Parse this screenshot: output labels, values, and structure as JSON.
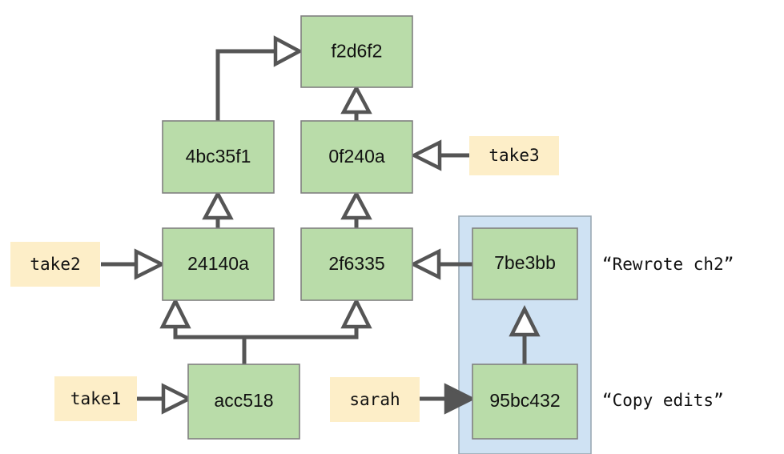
{
  "diagram": {
    "title": "git commit graph with refs",
    "colors": {
      "commit_fill": "#b9dca9",
      "commit_stroke": "#808080",
      "ref_fill": "#fdeec8",
      "group_fill": "#cfe2f3",
      "group_stroke": "#9aa8b4",
      "edge": "#555555",
      "text": "#111111",
      "background": "#ffffff"
    },
    "commits": [
      {
        "id": "f2d6f2",
        "label": "f2d6f2"
      },
      {
        "id": "4bc35f1",
        "label": "4bc35f1"
      },
      {
        "id": "0f240a",
        "label": "0f240a"
      },
      {
        "id": "24140a",
        "label": "24140a"
      },
      {
        "id": "2f6335",
        "label": "2f6335"
      },
      {
        "id": "7be3bb",
        "label": "7be3bb"
      },
      {
        "id": "acc518",
        "label": "acc518"
      },
      {
        "id": "95bc432",
        "label": "95bc432"
      }
    ],
    "refs": [
      {
        "id": "take1",
        "label": "take1",
        "points_to": "acc518"
      },
      {
        "id": "take2",
        "label": "take2",
        "points_to": "24140a"
      },
      {
        "id": "take3",
        "label": "take3",
        "points_to": "0f240a"
      },
      {
        "id": "sarah",
        "label": "sarah",
        "points_to": "95bc432"
      }
    ],
    "messages": [
      {
        "id": "rewrote-ch2",
        "label": "“Rewrote ch2”",
        "for": "7be3bb"
      },
      {
        "id": "copy-edits",
        "label": "“Copy edits”",
        "for": "95bc432"
      }
    ],
    "group": {
      "id": "sarah-branch-group",
      "members": [
        "7be3bb",
        "95bc432"
      ]
    },
    "edges": [
      {
        "from": "4bc35f1",
        "to": "f2d6f2",
        "style": "elbow",
        "arrow": "hollow"
      },
      {
        "from": "0f240a",
        "to": "f2d6f2",
        "style": "straight",
        "arrow": "hollow"
      },
      {
        "from": "24140a",
        "to": "4bc35f1",
        "style": "straight",
        "arrow": "hollow"
      },
      {
        "from": "2f6335",
        "to": "0f240a",
        "style": "straight",
        "arrow": "hollow"
      },
      {
        "from": "acc518",
        "to": "24140a",
        "style": "fork",
        "arrow": "hollow"
      },
      {
        "from": "acc518",
        "to": "2f6335",
        "style": "fork",
        "arrow": "hollow"
      },
      {
        "from": "7be3bb",
        "to": "2f6335",
        "style": "straight",
        "arrow": "hollow"
      },
      {
        "from": "95bc432",
        "to": "7be3bb",
        "style": "straight",
        "arrow": "hollow"
      }
    ]
  }
}
